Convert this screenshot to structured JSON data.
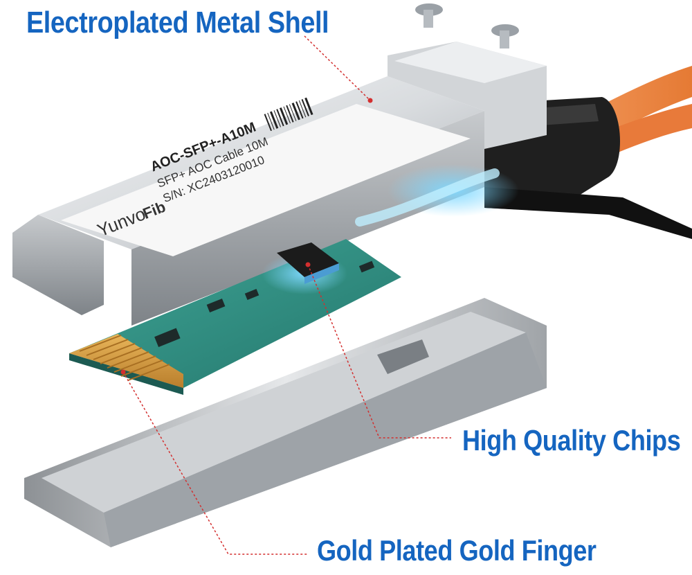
{
  "callouts": {
    "shell": "Electroplated Metal Shell",
    "chips": "High Quality Chips",
    "finger": "Gold Plated Gold Finger"
  },
  "module_label": {
    "brand": "Yunvo",
    "brand_suffix": "Fib",
    "model": "AOC-SFP+-A10M",
    "description": "SFP+ AOC Cable 10M",
    "serial": "S/N: XC2403120010"
  },
  "colors": {
    "callout_text": "#1565c0",
    "leader_line": "#d32f2f",
    "cable_jacket": "#f08a45",
    "pcb": "#2f8f83",
    "gold_finger": "#d59a3c"
  }
}
